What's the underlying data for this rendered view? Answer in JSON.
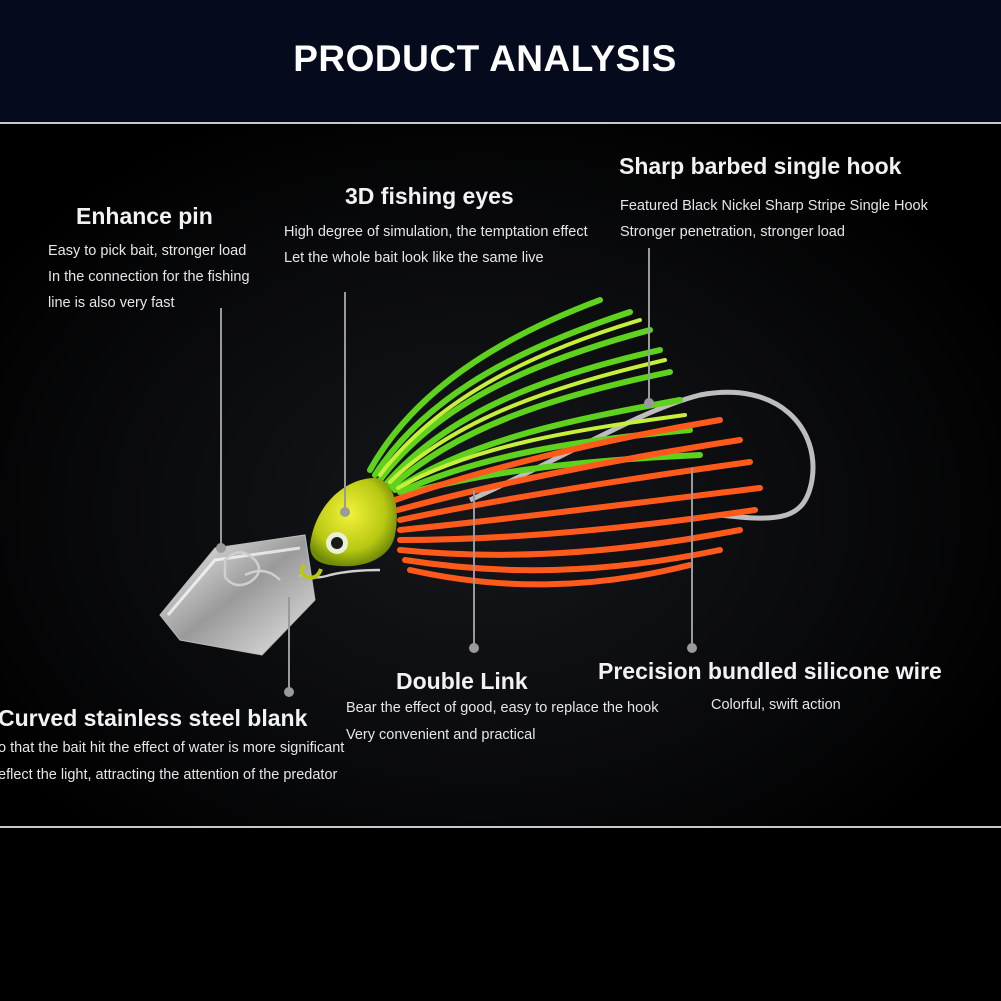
{
  "header": {
    "title": "PRODUCT ANALYSIS"
  },
  "features": {
    "enhance_pin": {
      "title": "Enhance pin",
      "lines": [
        "Easy to pick bait, stronger load",
        "In the connection for the fishing",
        "line is also very fast"
      ]
    },
    "fishing_eyes": {
      "title": "3D fishing eyes",
      "lines": [
        "High degree of simulation, the temptation effect",
        "Let the whole bait look like the same live"
      ]
    },
    "single_hook": {
      "title": "Sharp barbed single hook",
      "lines": [
        "Featured Black Nickel Sharp Stripe Single Hook",
        "Stronger penetration, stronger load"
      ]
    },
    "steel_blank": {
      "title": "Curved stainless steel blank",
      "lines": [
        "o that the bait hit the effect of water is more significant",
        "eflect the light, attracting the attention of the predator"
      ]
    },
    "double_link": {
      "title": "Double Link",
      "lines": [
        "Bear the effect of good, easy to replace the hook",
        "Very convenient and practical"
      ]
    },
    "silicone_wire": {
      "title": "Precision bundled silicone wire",
      "lines": [
        "Colorful, swift action"
      ]
    }
  },
  "colors": {
    "header_bg": "#050a1c",
    "skirt_green": "#5fd21e",
    "skirt_orange": "#ff5a1c",
    "head_yellow": "#d8e21a",
    "blade_silver": "#d9d9d9"
  }
}
